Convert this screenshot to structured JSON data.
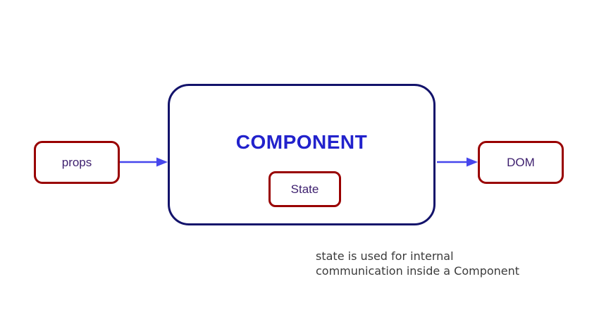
{
  "diagram": {
    "nodes": {
      "props": {
        "label": "props"
      },
      "component": {
        "title": "COMPONENT"
      },
      "state": {
        "label": "State"
      },
      "dom": {
        "label": "DOM"
      }
    },
    "arrows": [
      {
        "from": "props",
        "to": "component",
        "direction": "right"
      },
      {
        "from": "component",
        "to": "dom",
        "direction": "right"
      }
    ],
    "caption": {
      "line1": "state is used for internal",
      "line2": "communication inside a Component"
    },
    "colors": {
      "background": "#ffffff",
      "red_box_border": "#990000",
      "component_border": "#13136b",
      "component_title_text": "#2222cc",
      "node_label_text": "#3d1f6e",
      "arrow": "#4646ec",
      "caption_text": "#3b3b3b"
    }
  }
}
